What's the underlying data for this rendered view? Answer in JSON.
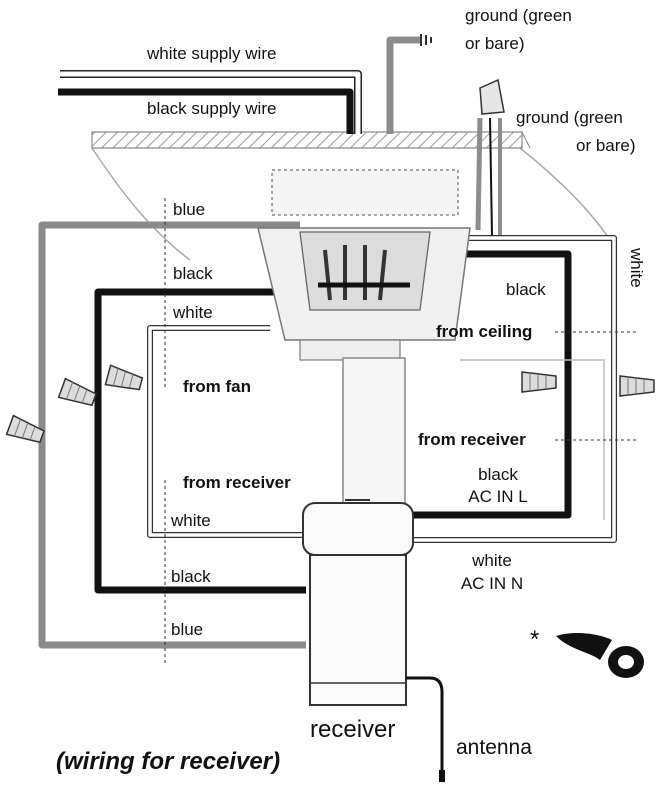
{
  "labels": {
    "ground_top": [
      "ground (green",
      "or bare)"
    ],
    "ground_right": [
      "ground (green",
      "or bare)"
    ],
    "white_supply_wire": "white supply wire",
    "black_supply_wire": "black supply wire",
    "blue_top": "blue",
    "black_left": "black",
    "white_left": "white",
    "from_fan": "from fan",
    "black_right": "black",
    "white_right_vertical": "white",
    "from_ceiling": "from ceiling",
    "from_receiver_right": "from receiver",
    "black_ac_in_l": [
      "black",
      "AC IN L"
    ],
    "from_receiver_left": "from receiver",
    "white_lower": "white",
    "black_lower": "black",
    "blue_lower": "blue",
    "white_ac_in_n": [
      "white",
      "AC IN N"
    ],
    "receiver": "receiver",
    "antenna": "antenna",
    "asterisk": "*",
    "caption": "(wiring for receiver)"
  },
  "colors": {
    "black_wire": "#111111",
    "white_wire": "#ffffff",
    "blue_wire": "#8a8a8a",
    "ground_wire": "#8c8c8c",
    "nut": "#dcdcdc"
  },
  "icons": [
    "ground-symbol-icon",
    "electrical-tape-icon",
    "wire-nut-icon"
  ]
}
